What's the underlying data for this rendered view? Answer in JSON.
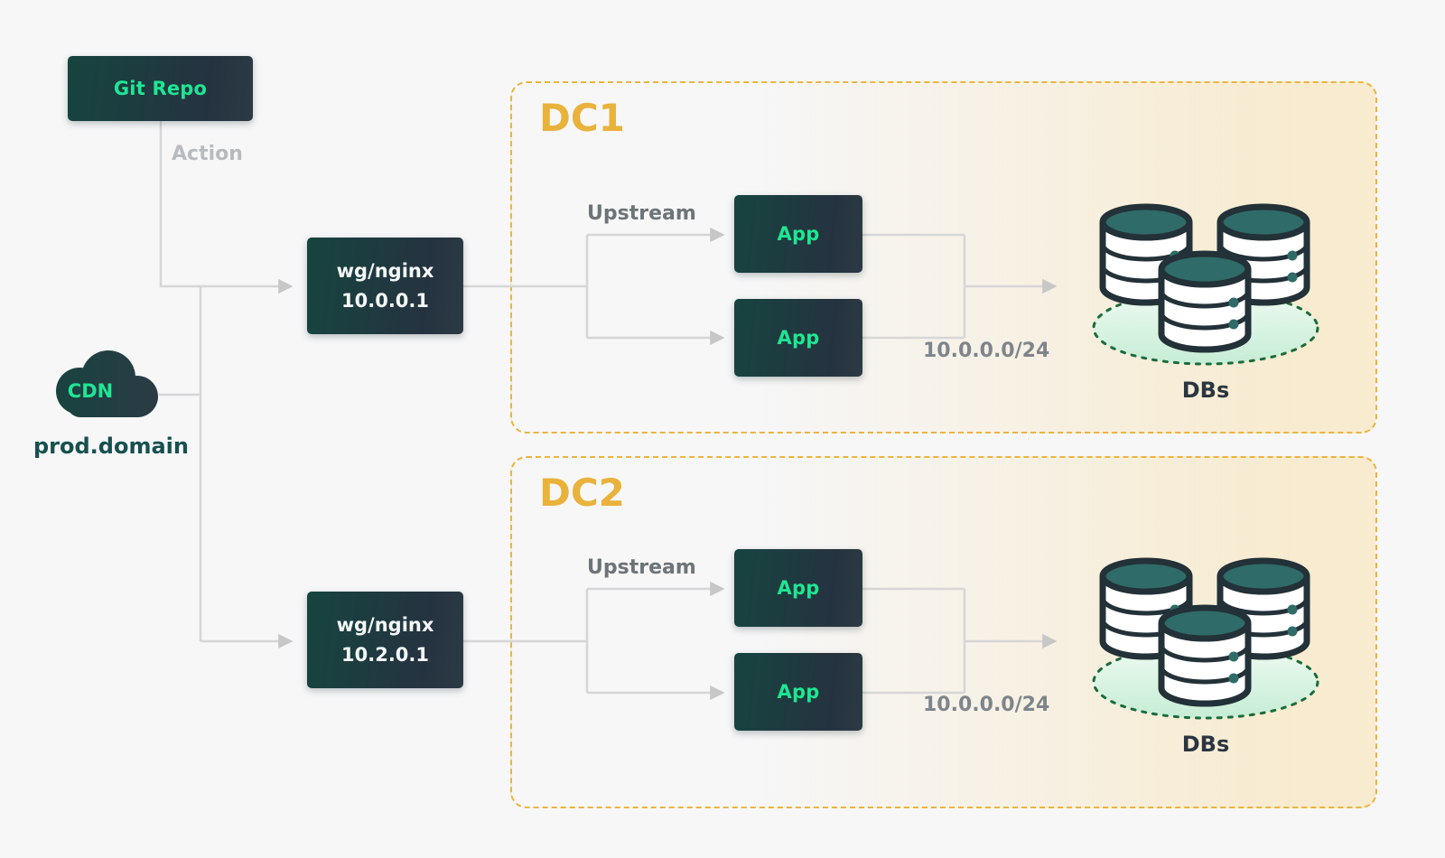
{
  "page": {
    "background": "#f7f7f8"
  },
  "colors": {
    "node_gradient_start": "#16443f",
    "node_gradient_end": "#2c3a45",
    "accent_green": "#1fe693",
    "dc_border_orange": "#ecb43f",
    "dc_title_orange": "#e9b23a",
    "wire_gray": "#d6d6d6",
    "label_gray": "#6d7478",
    "domain_teal": "#17504f",
    "db_outline": "#233138",
    "db_teal": "#2f6b68"
  },
  "icons": {
    "cdn": "cloud-icon",
    "databases": "database-cluster-icon",
    "arrows": "arrowhead-icon"
  },
  "nodes": {
    "git_repo": {
      "label": "Git Repo"
    },
    "cdn": {
      "label": "CDN",
      "caption": "prod.domain"
    },
    "nginx_dc1": {
      "name": "wg/nginx",
      "ip": "10.0.0.1"
    },
    "nginx_dc2": {
      "name": "wg/nginx",
      "ip": "10.2.0.1"
    }
  },
  "edges": {
    "action_label": "Action"
  },
  "dc1": {
    "title": "DC1",
    "upstream": "Upstream",
    "apps": [
      "App",
      "App"
    ],
    "subnet": "10.0.0.0/24",
    "dbs": "DBs"
  },
  "dc2": {
    "title": "DC2",
    "upstream": "Upstream",
    "apps": [
      "App",
      "App"
    ],
    "subnet": "10.0.0.0/24",
    "dbs": "DBs"
  }
}
